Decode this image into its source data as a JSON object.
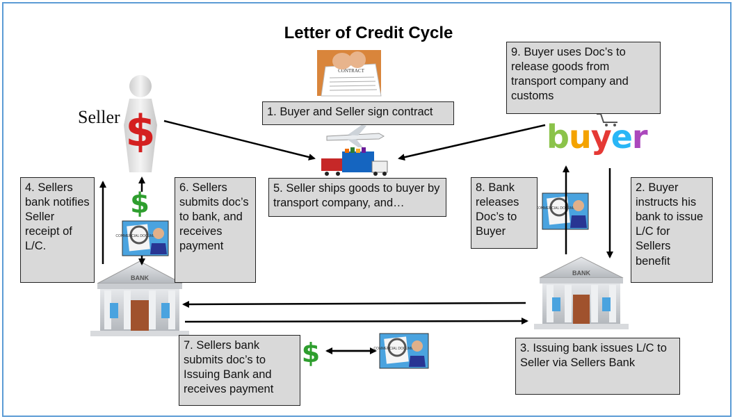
{
  "title": "Letter of Credit Cycle",
  "seller_label": "Seller",
  "buyer_logo": "buyer",
  "contract_label": "CONTRACT",
  "bank_label": "BANK",
  "documents_label": "COMMERCIAL DOCUMENTS",
  "dollar_symbol": "$",
  "steps": {
    "s1": "1. Buyer and Seller sign contract",
    "s2": "2. Buyer instructs his bank to issue L/C for Sellers benefit",
    "s3": "3. Issuing bank issues L/C to Seller via Sellers Bank",
    "s4": "4. Sellers bank notifies Seller receipt of L/C.",
    "s5": "5. Seller ships goods to buyer by transport company, and…",
    "s6": "6. Sellers submits doc’s to bank, and receives payment",
    "s7": "7. Sellers bank submits doc’s to Issuing Bank and receives payment",
    "s8": "8. Bank releases Doc’s to Buyer",
    "s9": "9. Buyer uses Doc’s to release goods from transport company and customs"
  },
  "colors": {
    "frame": "#5b9bd5",
    "box_fill": "#d9d9d9",
    "dollar": "#2e9e2e",
    "seller_symbol": "#d42020",
    "bank_door": "#a0522d"
  }
}
